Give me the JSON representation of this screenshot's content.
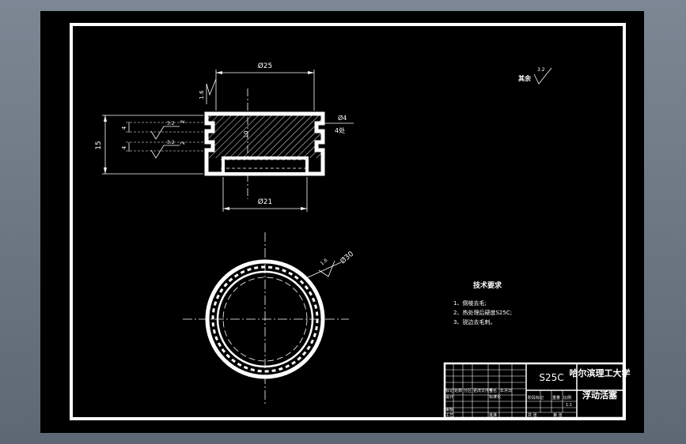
{
  "drawing": {
    "dims": {
      "top_diameter": "Ø25",
      "bottom_diameter": "Ø21",
      "height": "15",
      "groove_width_1": "4",
      "groove_width_2": "4",
      "groove_depth_1": "2",
      "groove_depth_2": "2",
      "bore": "10",
      "hole": "Ø4",
      "hole_count": "4处",
      "outer_diameter": "Ø30"
    },
    "roughness": {
      "top": "1.6",
      "groove_1": "3.2",
      "groove_2": "3.2",
      "circle": "1.6",
      "other_label": "其余",
      "other_value": "3.2"
    },
    "tech_requirements": {
      "title": "技术要求",
      "items": [
        "1、倒棱去毛;",
        "2、热处理后硬度S25C;",
        "3、锐边去毛刺。"
      ]
    },
    "title_block": {
      "material": "S25C",
      "school": "哈尔滨理工大学",
      "part_name": "浮动活塞",
      "header_cells": [
        "标记",
        "处数",
        "分区",
        "更改文件号",
        "签名",
        "年月日"
      ],
      "row_cells": [
        "设计",
        "标准化"
      ],
      "stage_cells": [
        "阶段标记",
        "重量",
        "比例"
      ],
      "sheet_cells": [
        "共 张",
        "第 张"
      ],
      "scale": "1:1",
      "audit_label": "审核",
      "process_label": "工艺",
      "approve_label": "批准"
    }
  }
}
